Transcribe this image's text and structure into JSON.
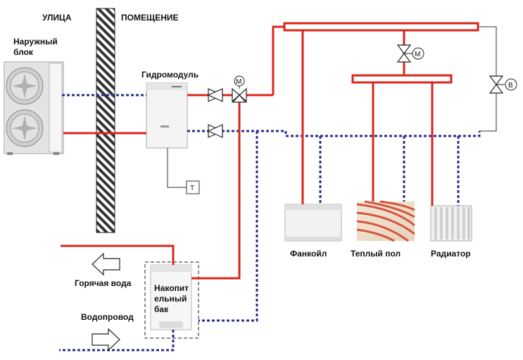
{
  "labels": {
    "street": "УЛИЦА",
    "room": "ПОМЕЩЕНИЕ",
    "outdoor_unit_line1": "Наружный",
    "outdoor_unit_line2": "блок",
    "hydromodule": "Гидромодуль",
    "fancoil": "Фанкойл",
    "floor_heating": "Теплый пол",
    "radiator": "Радиатор",
    "hot_water": "Горячая вода",
    "water_supply": "Водопровод",
    "tank_line1": "Накопит",
    "tank_line2": "ельный",
    "tank_line3": "бак",
    "valve_m1": "M",
    "valve_m2": "M",
    "valve_b": "B",
    "sensor_t": "T"
  },
  "colors": {
    "supply": "#d9261c",
    "return": "#2e2e8c",
    "wall": "#333333"
  },
  "icons": {
    "valve": "two-way-valve-icon",
    "arrow": "outline-arrow-icon"
  }
}
